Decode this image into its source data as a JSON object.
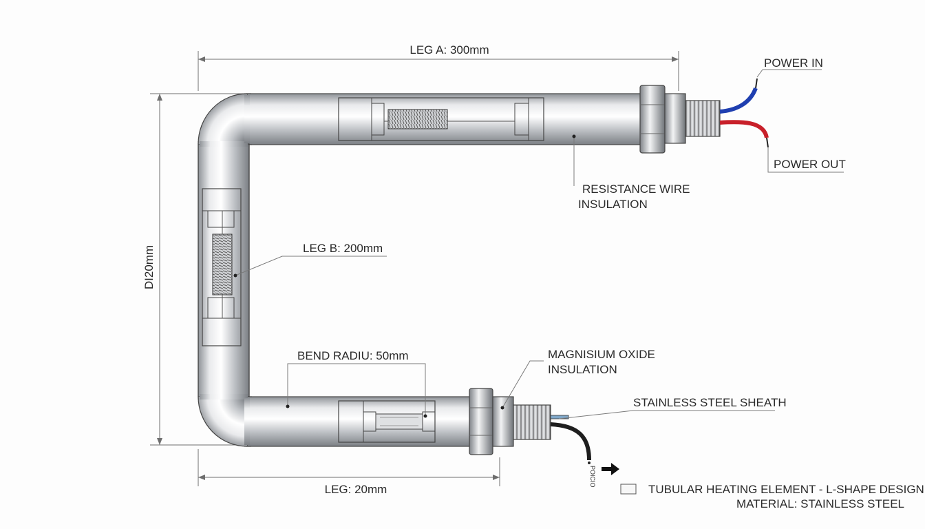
{
  "labels": {
    "leg_a": "LEG A: 300mm",
    "leg_b": "LEG B: 200mm",
    "leg_c": "LEG: 20mm",
    "dia": "DI20mm",
    "bend": "BEND RADIU: 50mm",
    "power_in": "POWER IN",
    "power_out": "POWER OUT",
    "resistance_1": "RESISTANCE WIRE",
    "resistance_2": "INSULATION",
    "mgo_1": "MAGNISIUM OXIDE",
    "mgo_2": "INSULATION",
    "sheath": "STAINLESS STEEL SHEATH",
    "small_tag": "POICIO",
    "title": "TUBULAR HEATING ELEMENT - L-SHAPE DESIGN",
    "material": "MATERIAL: STAINLESS STEEL"
  },
  "colors": {
    "wire_in": "#1f3fb0",
    "wire_out": "#c8202a",
    "cable": "#1e1e1e",
    "steel": "#b9bcc0"
  }
}
